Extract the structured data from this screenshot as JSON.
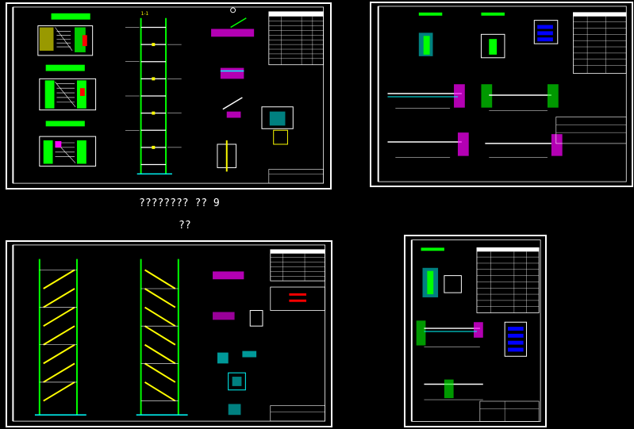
{
  "caption": {
    "line1": "???????? ?? 9",
    "line2": "??"
  },
  "colors": {
    "background": "#000000",
    "frame": "#ffffff",
    "rebar": "#00ff00",
    "concrete": "#00ffff",
    "hatch": "#ff00ff",
    "text": "#ffff00",
    "dimension": "#ffffff",
    "highlight": "#0000ff",
    "accent": "#ff0000"
  },
  "sheets": [
    {
      "name": "sheet-stair-plans-and-sections"
    },
    {
      "name": "sheet-beam-details"
    },
    {
      "name": "sheet-stair-elevations"
    },
    {
      "name": "sheet-landing-beam-details"
    }
  ]
}
